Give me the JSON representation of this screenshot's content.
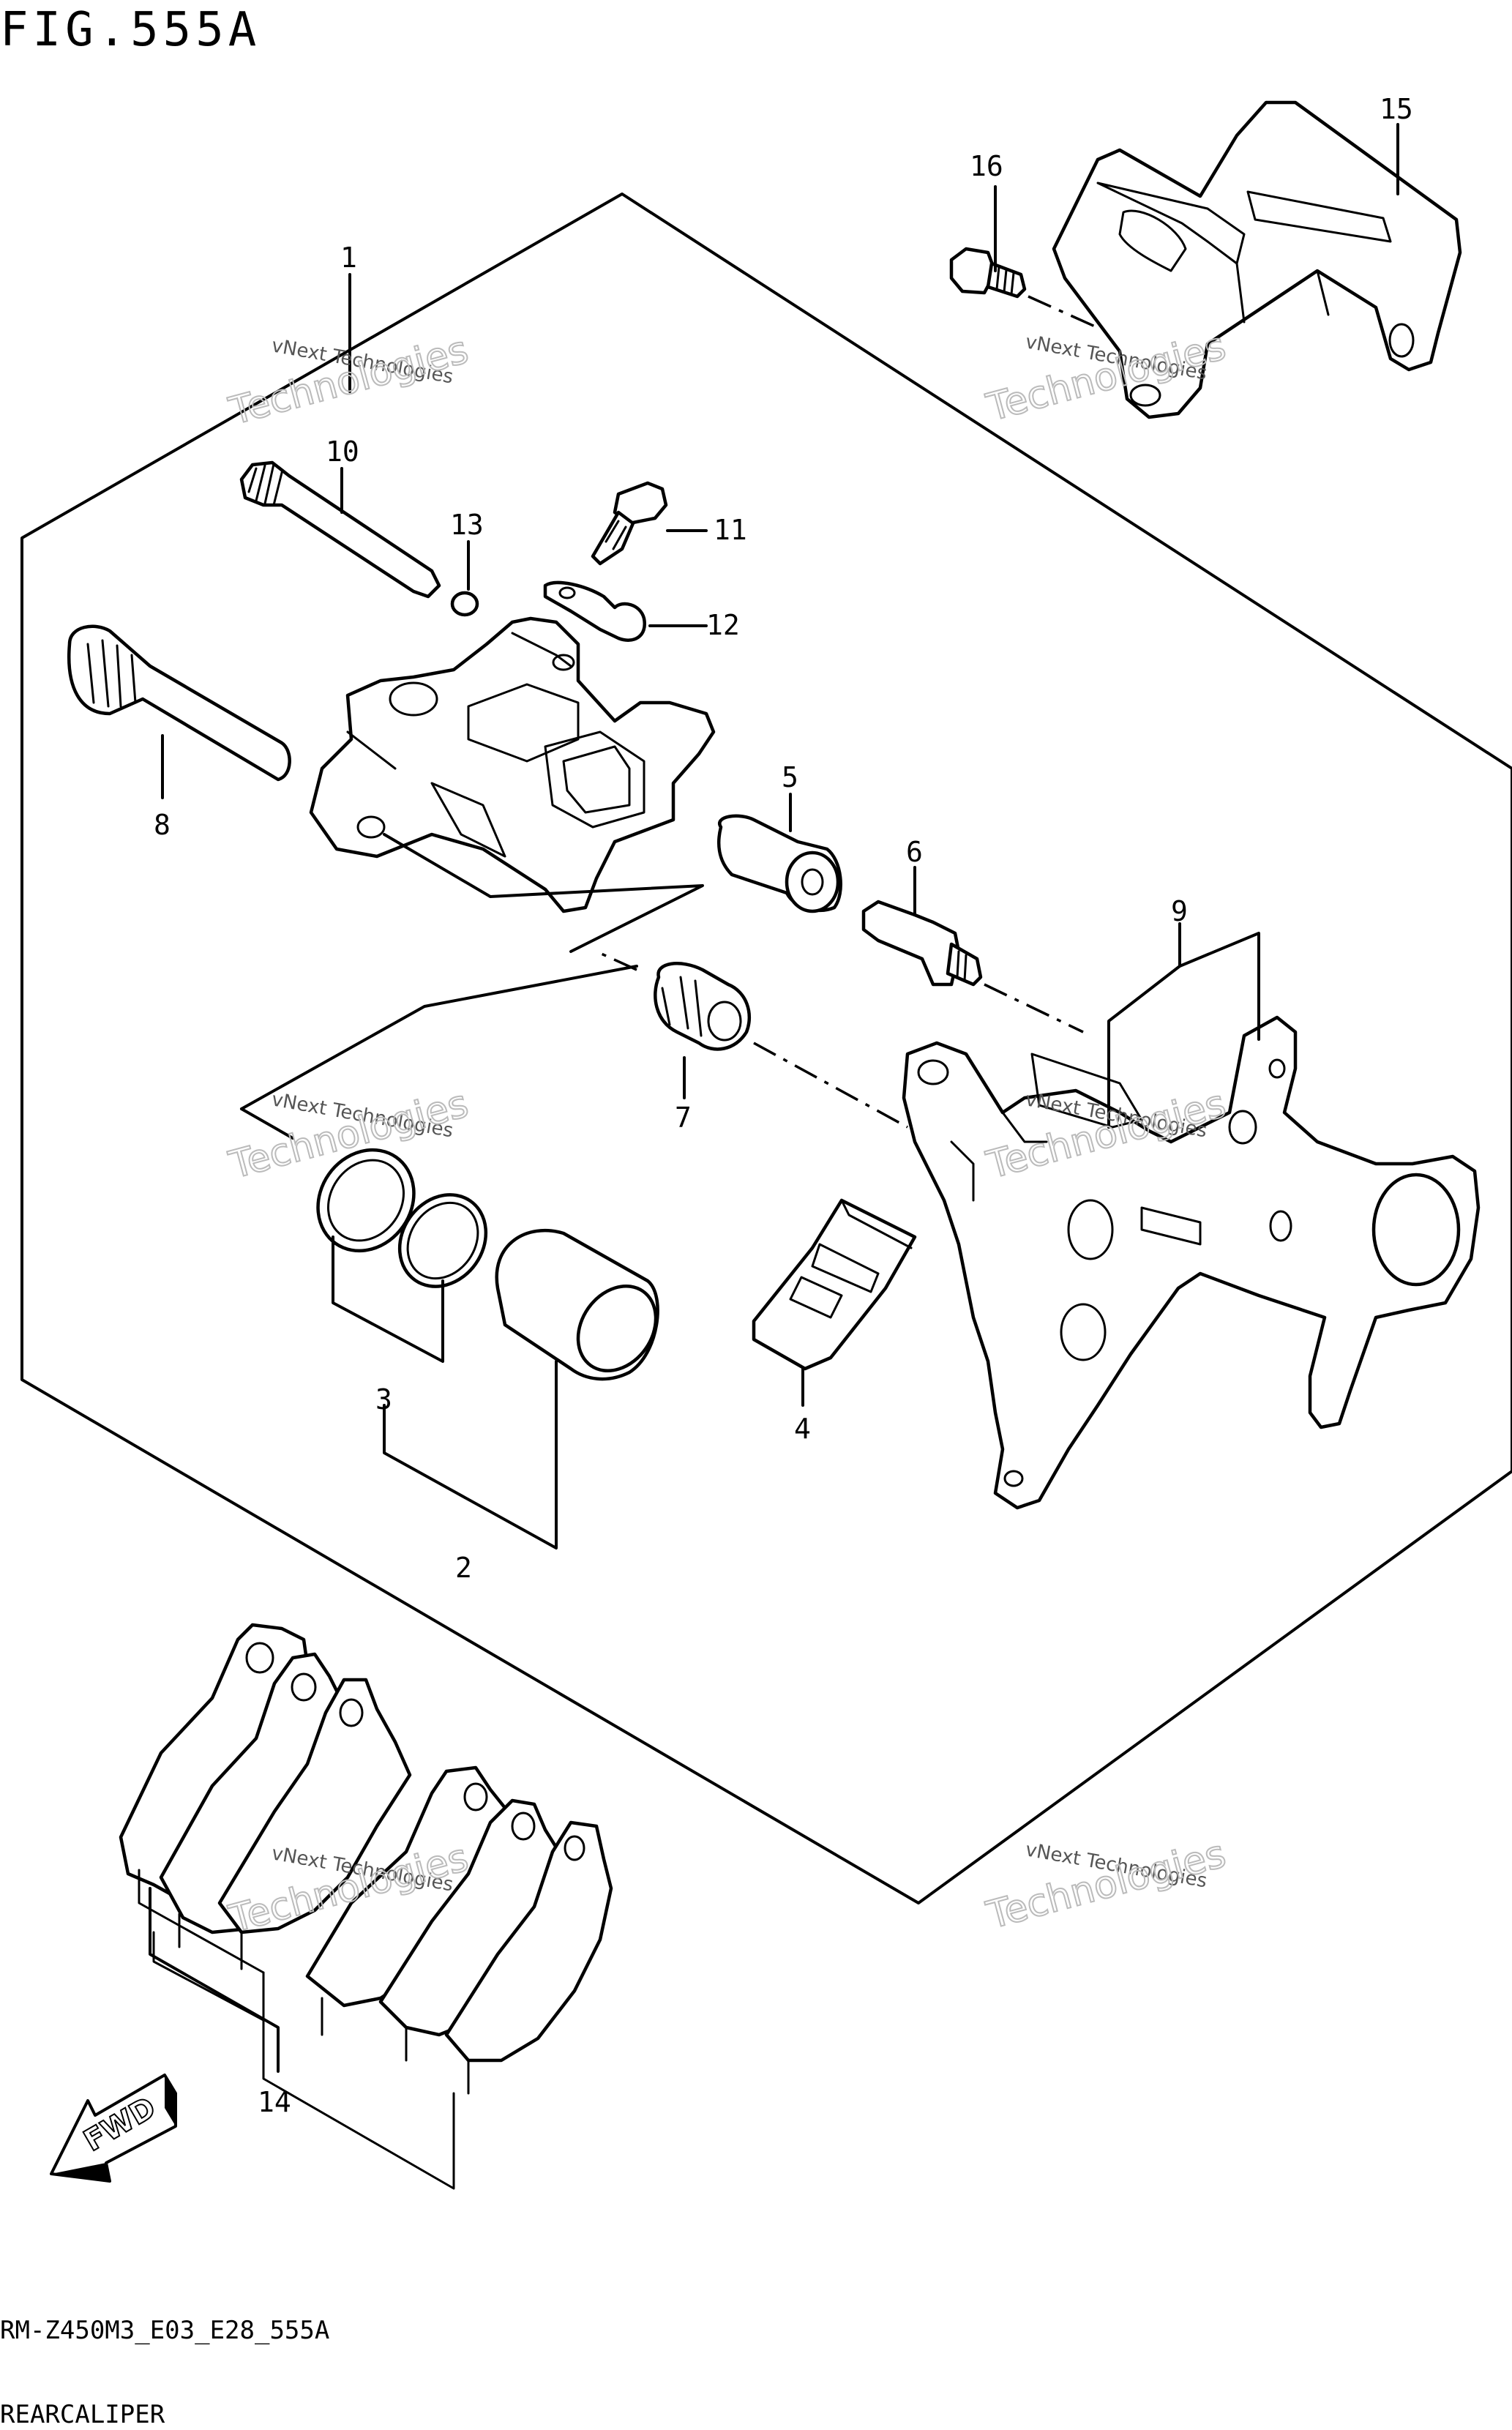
{
  "figure": {
    "title": "FIG.555A",
    "code": "RM-Z450M3_E03_E28_555A",
    "name": "REARCALIPER"
  },
  "callouts": {
    "c1": "1",
    "c2": "2",
    "c3": "3",
    "c4": "4",
    "c5": "5",
    "c6": "6",
    "c7": "7",
    "c8": "8",
    "c9": "9",
    "c10": "10",
    "c11": "11",
    "c12": "12",
    "c13": "13",
    "c14": "14",
    "c15": "15",
    "c16": "16"
  },
  "watermark": {
    "line1": "vNext Technologies",
    "line2": "Technologies"
  },
  "fwd_label": "FWD"
}
